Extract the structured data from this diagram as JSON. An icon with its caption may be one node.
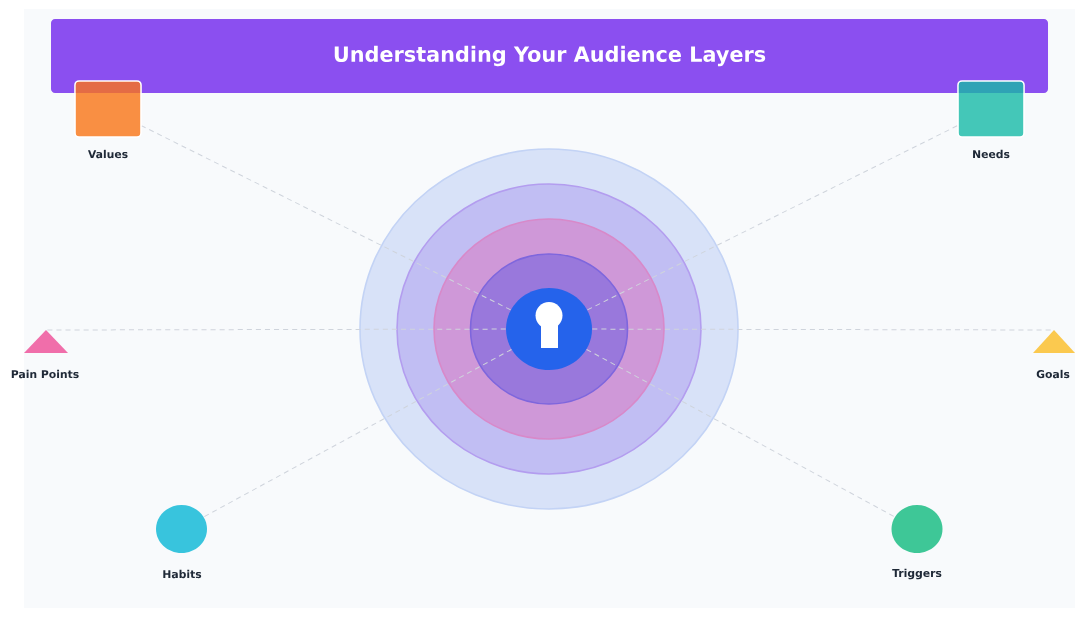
{
  "diagram": {
    "title": "Understanding Your Audience Layers",
    "nodes": [
      {
        "text": [
          "Values"
        ]
      },
      {
        "text": [
          "Needs"
        ]
      },
      {
        "text": [
          "Pain Points"
        ]
      },
      {
        "text": [],
        "shape": "circle"
      },
      {
        "text": [
          "Goals"
        ]
      },
      {
        "text": [
          "Habits"
        ]
      },
      {
        "text": [
          "Triggers"
        ]
      }
    ],
    "edges": [
      {
        "from": 3,
        "to": 0,
        "arrow": "none",
        "style": "dashed"
      },
      {
        "from": 3,
        "to": 1,
        "arrow": "none",
        "style": "dashed"
      },
      {
        "from": 3,
        "to": 2,
        "arrow": "none",
        "style": "dashed"
      },
      {
        "from": 3,
        "to": 4,
        "arrow": "none",
        "style": "dashed"
      },
      {
        "from": 3,
        "to": 5,
        "arrow": "none",
        "style": "dashed"
      },
      {
        "from": 3,
        "to": 6,
        "arrow": "none",
        "style": "dashed"
      }
    ]
  }
}
